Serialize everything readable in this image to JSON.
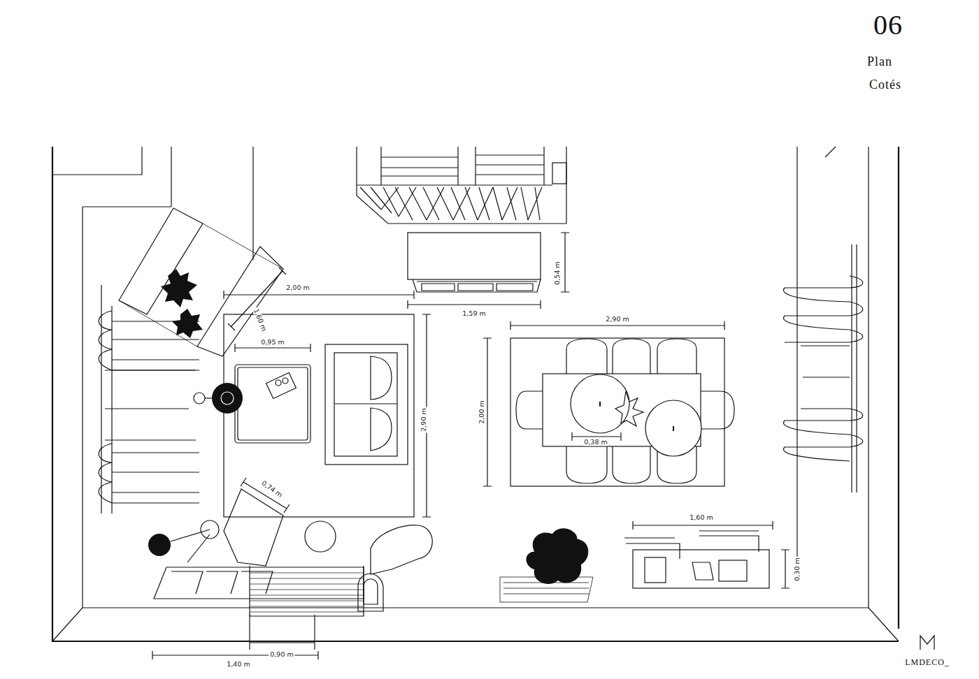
{
  "diagram": {
    "title": "06",
    "labels": [
      "Plan",
      "Cotés",
      "2,00 m",
      "1,60 m",
      "0,95 m",
      "2,90 m",
      "0,54 m",
      "1,59 m",
      "2,90 m",
      "2,00 m",
      "0,38 m",
      "0,74 m",
      "1,60 m",
      "0,30 m",
      "1,40 m",
      "0,90 m",
      "LMDECO_"
    ]
  }
}
